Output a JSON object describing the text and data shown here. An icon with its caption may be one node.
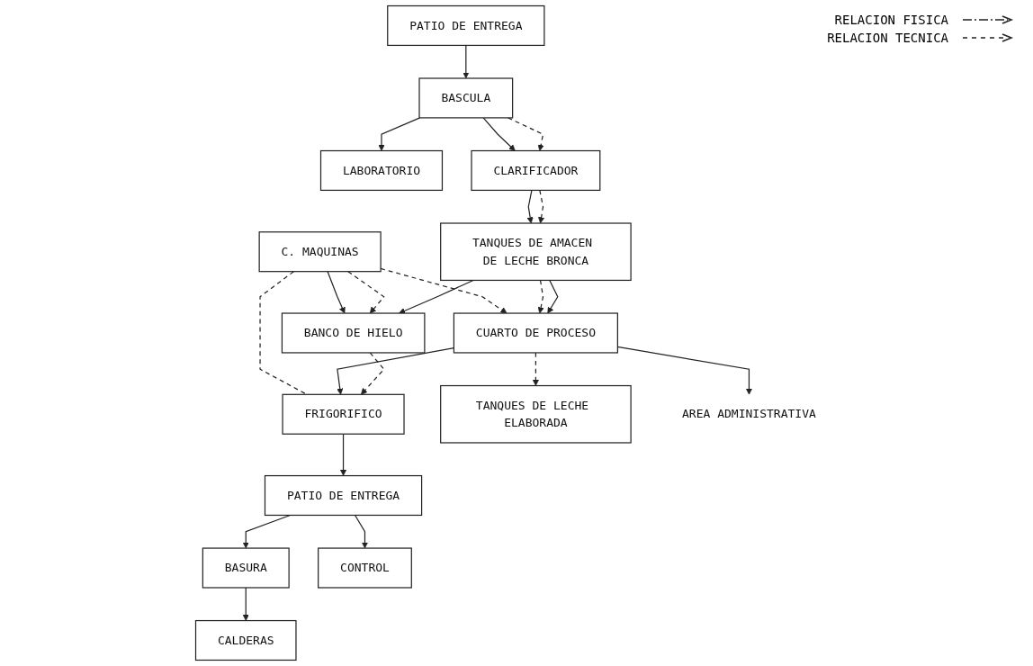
{
  "diagram": {
    "nodes": [
      {
        "text": [
          "PATIO DE ENTREGA"
        ]
      },
      {
        "text": [
          "BASURA"
        ]
      },
      {
        "text": [
          "CALDERAS"
        ]
      },
      {
        "text": [
          "LABORATORIO"
        ]
      },
      {
        "text": [
          "BASCULA"
        ]
      },
      {
        "text": [
          "CLARIFICADOR"
        ]
      },
      {
        "text": [
          "C. MAQUINAS"
        ]
      },
      {
        "text": [
          "BANCO DE HIELO"
        ]
      },
      {
        "text": [
          "TANQUES DE AMACEN DE LECHE BRONCA"
        ]
      },
      {
        "text": [
          "PATIO DE ENTREGA"
        ]
      },
      {
        "text": [
          "CONTROL"
        ]
      },
      {
        "text": [
          "FRIGORIFICO"
        ]
      },
      {
        "text": [
          "CUARTO DE PROCESO"
        ]
      },
      {
        "text": [
          "TANQUES DE LECHE ELABORADA"
        ]
      },
      {
        "text": [
          "AREA ADMINISTRATIVA"
        ]
      }
    ],
    "edges": [
      {
        "from": 0,
        "to": 4,
        "arrow": "to"
      },
      {
        "from": 1,
        "to": 2,
        "arrow": "to"
      },
      {
        "from": 4,
        "to": 3,
        "arrow": "to"
      },
      {
        "from": 4,
        "to": 5,
        "arrow": "to"
      },
      {
        "from": 4,
        "to": 5,
        "arrow": "to",
        "style": "dashed"
      },
      {
        "from": 9,
        "to": 1,
        "arrow": "to"
      },
      {
        "from": 9,
        "to": 10,
        "arrow": "to"
      },
      {
        "from": 6,
        "to": 7,
        "arrow": "to"
      },
      {
        "from": 6,
        "to": 7,
        "arrow": "to",
        "style": "dashed"
      },
      {
        "from": 6,
        "to": 12,
        "arrow": "to",
        "style": "dashed"
      },
      {
        "from": 6,
        "to": 11,
        "arrow": "none",
        "style": "dashed"
      },
      {
        "from": 8,
        "to": 7,
        "arrow": "to"
      },
      {
        "from": 5,
        "to": 8,
        "arrow": "to"
      },
      {
        "from": 5,
        "to": 8,
        "arrow": "to",
        "style": "dashed"
      },
      {
        "from": 8,
        "to": 12,
        "arrow": "to",
        "style": "dashed"
      },
      {
        "from": 8,
        "to": 12,
        "arrow": "to"
      },
      {
        "from": 12,
        "to": 11,
        "arrow": "to"
      },
      {
        "from": 7,
        "to": 11,
        "arrow": "to",
        "style": "dashed"
      },
      {
        "from": 11,
        "to": 9,
        "arrow": "to"
      },
      {
        "from": 12,
        "to": 13,
        "arrow": "to",
        "style": "dashed"
      },
      {
        "from": 12,
        "to": 14,
        "arrow": "to"
      }
    ],
    "legend": [
      {
        "text": "RELACION FISICA"
      },
      {
        "text": "RELACION TECNICA"
      }
    ]
  }
}
